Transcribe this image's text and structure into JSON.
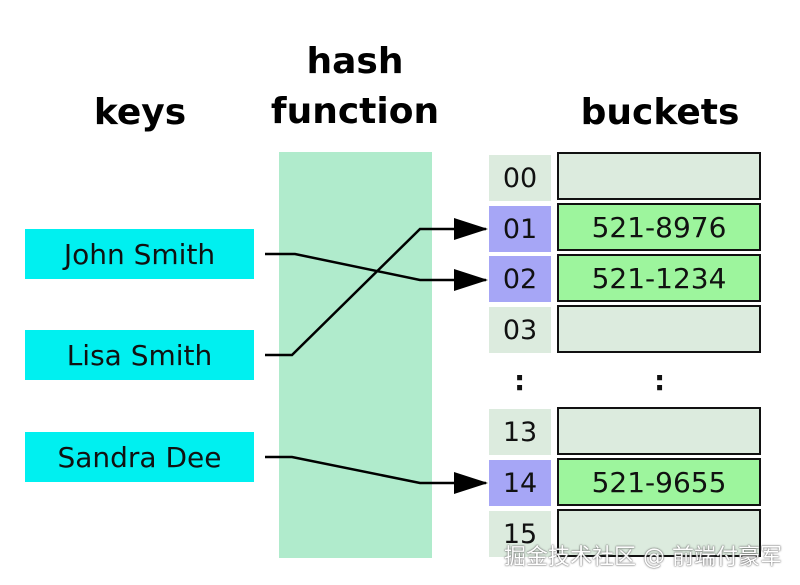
{
  "headers": {
    "keys": "keys",
    "hash_line1": "hash",
    "hash_line2": "function",
    "buckets": "buckets"
  },
  "keys": [
    "John Smith",
    "Lisa Smith",
    "Sandra Dee"
  ],
  "indices": [
    "00",
    "01",
    "02",
    "03",
    "13",
    "14",
    "15"
  ],
  "buckets": [
    "",
    "521-8976",
    "521-1234",
    "",
    "",
    "521-9655",
    ""
  ],
  "ellipsis": ":",
  "mappings": [
    {
      "key": "John Smith",
      "index": "02"
    },
    {
      "key": "Lisa Smith",
      "index": "01"
    },
    {
      "key": "Sandra Dee",
      "index": "14"
    }
  ],
  "colors": {
    "key_fill": "#00f0f0",
    "hash_fill": "#b0ebcc",
    "index_fill": "#dcebde",
    "index_active_fill": "#a6a6f6",
    "bucket_empty_fill": "#dcebde",
    "bucket_filled_fill": "#9df59d"
  },
  "watermark": "掘金技术社区 @ 前端付豪军"
}
